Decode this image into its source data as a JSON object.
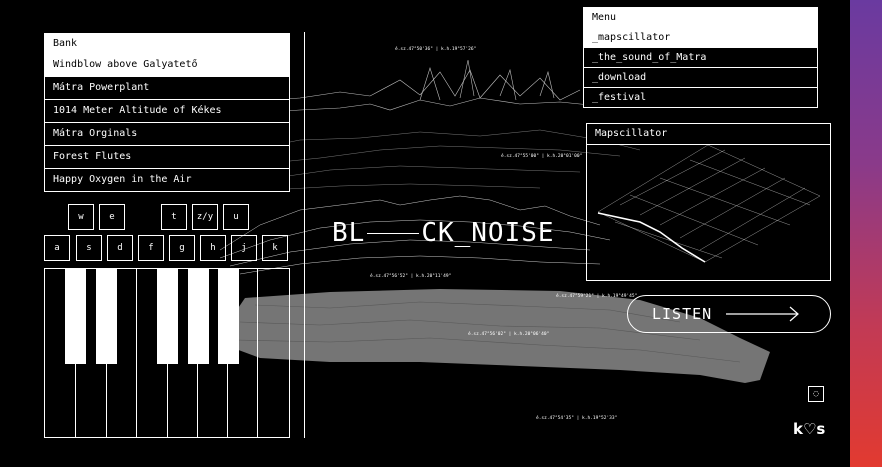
{
  "bank": {
    "title": "Bank",
    "items": [
      {
        "label": "Windblow above Galyatető",
        "active": true
      },
      {
        "label": "Mátra Powerplant",
        "active": false
      },
      {
        "label": "1014 Meter Altitude of Kékes",
        "active": false
      },
      {
        "label": "Mátra Orginals",
        "active": false
      },
      {
        "label": "Forest Flutes",
        "active": false
      },
      {
        "label": "Happy Oxygen in the Air",
        "active": false
      }
    ]
  },
  "menu": {
    "title": "Menu",
    "items": [
      {
        "label": "_mapscillator",
        "active": true
      },
      {
        "label": "_the_sound_of_Matra",
        "active": false
      },
      {
        "label": "_download",
        "active": false
      },
      {
        "label": "_festival",
        "active": false
      }
    ]
  },
  "mapscillator": {
    "title": "Mapscillator"
  },
  "keyboard": {
    "top_row": [
      "w",
      "e",
      "t",
      "z/y",
      "u"
    ],
    "bottom_row": [
      "a",
      "s",
      "d",
      "f",
      "g",
      "h",
      "j",
      "k"
    ]
  },
  "main_title": {
    "part1": "BL",
    "part2": "CK_NOISE"
  },
  "coordinates": [
    "é.sz.47°50'36\" | k.h.19°57'26\"",
    "é.sz.47°55'00\" | k.h.20°01'00\"",
    "é.sz.47°56'52\" | k.h.20°11'49\"",
    "é.sz.47°59'21\" | k.h.19°49'45\"",
    "é.sz.47°56'02\" | k.h.20°06'40\"",
    "é.sz.47°54'35\" | k.h.19°52'33\""
  ],
  "listen": {
    "label": "LISTEN"
  },
  "brand": {
    "logo_text": "k♡s"
  },
  "colors": {
    "accent_top": "#6a3aa0",
    "accent_bottom": "#e23a30",
    "background": "#000000",
    "foreground": "#ffffff"
  }
}
